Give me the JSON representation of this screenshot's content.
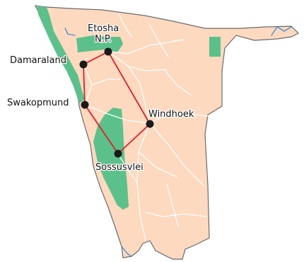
{
  "map": {
    "colors": {
      "land": "#fcd9bf",
      "park": "#5cc08a",
      "route": "#e0202a",
      "river": "#4c8fd6",
      "road": "#ffffff",
      "marker": "#1a1a1a"
    },
    "labels": {
      "etosha_line1": "Etosha",
      "etosha_line2": "N.P.",
      "damaraland": "Damaraland",
      "swakopmund": "Swakopmund",
      "windhoek": "Windhoek",
      "sossusvlei": "Sossusvlei"
    }
  }
}
